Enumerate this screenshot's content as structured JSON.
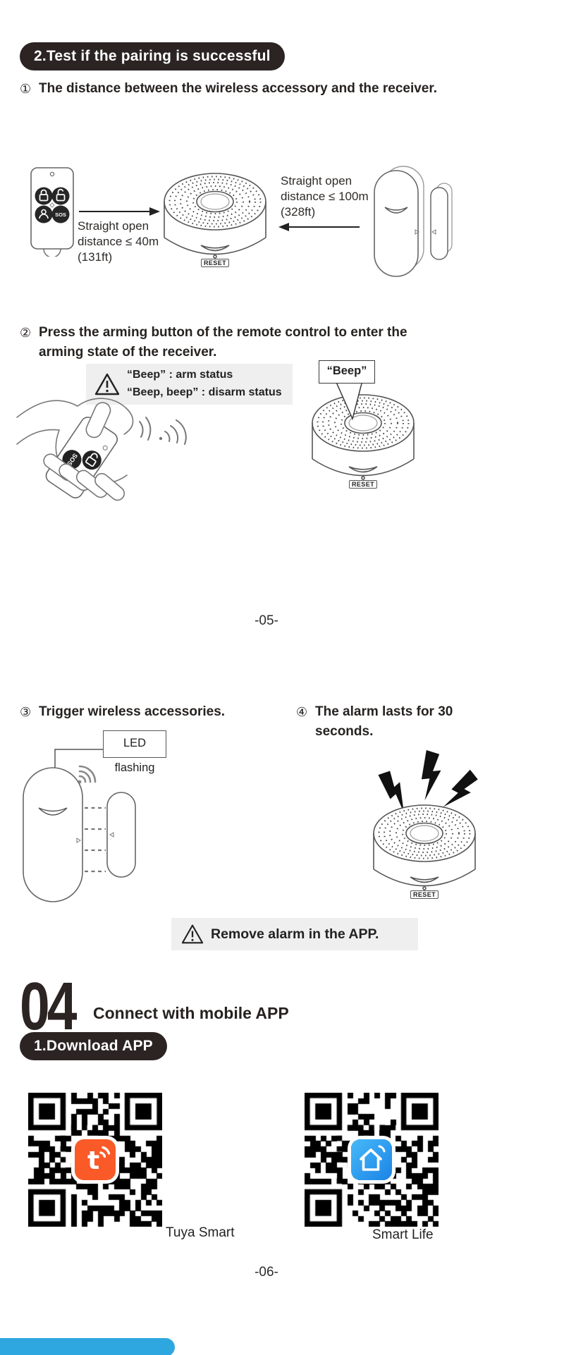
{
  "header1": "2.Test if the pairing is successful",
  "steps": {
    "s1": {
      "num": "①",
      "text": "The distance between the wireless accessory and the receiver."
    },
    "s2": {
      "num": "②",
      "text": "Press the arming button of the remote control to enter the arming state of the receiver."
    },
    "s3": {
      "num": "③",
      "text": "Trigger wireless accessories."
    },
    "s4": {
      "num": "④",
      "text": "The alarm lasts for 30 seconds."
    }
  },
  "diagram1": {
    "left_label": [
      "Straight open",
      "distance ≤ 40m",
      "(131ft)"
    ],
    "right_label": [
      "Straight open",
      "distance ≤ 100m",
      "(328ft)"
    ]
  },
  "labels": {
    "reset": "RESET",
    "sos": "SOS",
    "led": "LED flashing",
    "beep_callout": "“Beep”"
  },
  "warning1": {
    "line1": "“Beep” : arm status",
    "line2": "“Beep, beep” : disarm status"
  },
  "warning2": "Remove alarm in the APP.",
  "page_numbers": {
    "p05": "-05-",
    "p06": "-06-"
  },
  "section04": {
    "number": "04",
    "title": "Connect with mobile APP"
  },
  "header2": "1.Download APP",
  "qr": {
    "left_caption": "Tuya Smart",
    "right_caption": "Smart Life"
  },
  "colors": {
    "pill_bg": "#2B2422",
    "box_bg": "#EFEFEF",
    "tuya_orange": "#F95A28",
    "smartlife_blue": "#1B84E6",
    "bottom_bar_blue": "#2EA7E0"
  }
}
